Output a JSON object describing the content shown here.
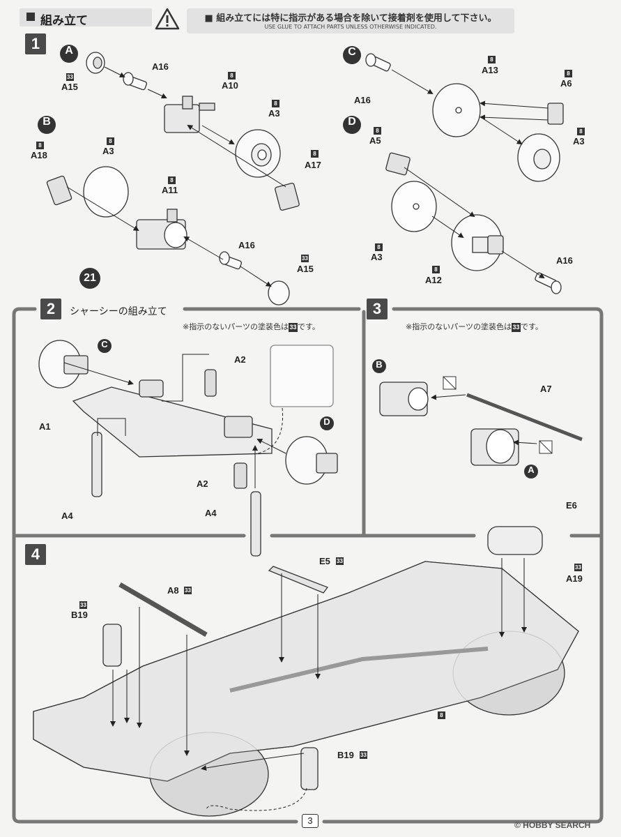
{
  "header": {
    "title": "組み立て"
  },
  "warning": {
    "jp": "■ 組み立てには特に指示がある場合を除いて接着剤を使用して下さい。",
    "en": "USE GLUE TO ATTACH PARTS UNLESS OTHERWISE INDICATED."
  },
  "steps": {
    "s1": "1",
    "s2": "2",
    "s3": "3",
    "s4": "4",
    "s2_title": "シャーシーの組み立て"
  },
  "note": {
    "text": "※指示のないパーツの塗装色は",
    "color_code": "33",
    "suffix": "です。"
  },
  "markers": {
    "A": "A",
    "B": "B",
    "C": "C",
    "D": "D",
    "n21": "21"
  },
  "parts": {
    "A15": "A15",
    "A16": "A16",
    "A10": "A10",
    "A3": "A3",
    "A17": "A17",
    "A18": "A18",
    "A11": "A11",
    "A13": "A13",
    "A6": "A6",
    "A5": "A5",
    "A12": "A12",
    "A2": "A2",
    "A1": "A1",
    "A4": "A4",
    "A7": "A7",
    "E5": "E5",
    "E6": "E6",
    "A8": "A8",
    "A19": "A19",
    "B19": "B19"
  },
  "color_codes": {
    "c8": "8",
    "c33": "33"
  },
  "page_number": "3",
  "watermark": "© HOBBY SEARCH"
}
